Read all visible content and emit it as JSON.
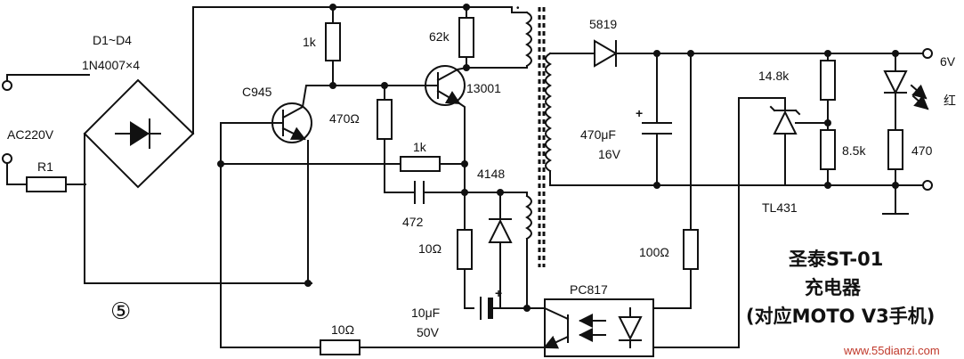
{
  "labels": {
    "bridge_range": "D1~D4",
    "bridge_part": "1N4007×4",
    "ac_input": "AC220V",
    "r1": "R1",
    "circle_num": "⑤",
    "q1": "C945",
    "r_1k_top": "1k",
    "r_62k": "62k",
    "q2": "13001",
    "r_470": "470Ω",
    "r_1k_mid": "1k",
    "c_472": "472",
    "d_4148": "4148",
    "r_10_a": "10Ω",
    "c_10u_val": "10μF",
    "c_10u_volt": "50V",
    "r_10_b": "10Ω",
    "opto": "PC817",
    "d_5819": "5819",
    "c_out_val": "470μF",
    "c_out_volt": "16V",
    "r_100": "100Ω",
    "r_148k": "14.8k",
    "r_85k": "8.5k",
    "r_led": "470",
    "reg": "TL431",
    "out_v": "6V",
    "led_color": "红"
  },
  "title": {
    "line1": "圣泰ST-01",
    "line2": "充电器",
    "line3": "(对应MOTO V3手机)"
  },
  "watermark": "www.55dianzi.com"
}
